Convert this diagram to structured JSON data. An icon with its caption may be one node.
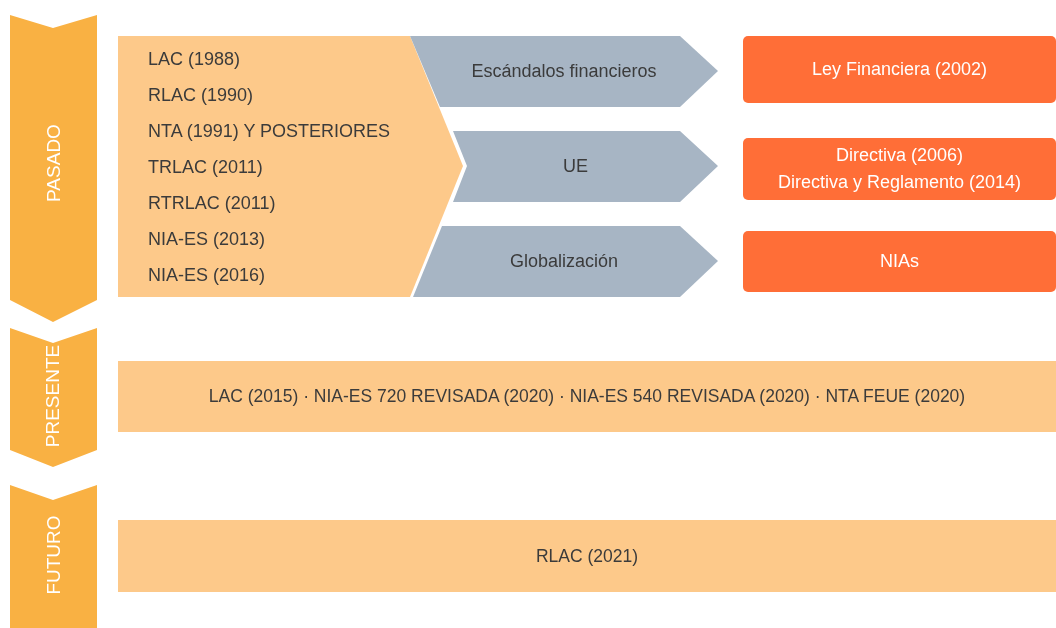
{
  "diagram": {
    "nodes": [
      {
        "text": [
          "PASADO"
        ]
      },
      {
        "text": [
          "LAC (1988)",
          "RLAC (1990)",
          "NTA (1991) Y POSTERIORES",
          "TRLAC (2011)",
          "RTRLAC (2011)",
          "NIA-ES (2013)",
          "NIA-ES (2016)"
        ]
      },
      {
        "text": [
          "Escándalos financieros"
        ]
      },
      {
        "text": [
          "Ley Financiera (2002)"
        ]
      },
      {
        "text": [
          "UE"
        ]
      },
      {
        "text": [
          "Directiva (2006)",
          "Directiva y Reglamento (2014)"
        ]
      },
      {
        "text": [
          "Globalización"
        ]
      },
      {
        "text": [
          "NIAs"
        ]
      },
      {
        "text": [
          "PRESENTE"
        ]
      },
      {
        "text": [
          "LAC (2015)  ·  NIA-ES 720 REVISADA (2020)  ·  NIA-ES 540 REVISADA (2020)  ·  NTA FEUE (2020)"
        ]
      },
      {
        "text": [
          "FUTURO"
        ]
      },
      {
        "text": [
          "RLAC (2021)"
        ]
      }
    ]
  }
}
